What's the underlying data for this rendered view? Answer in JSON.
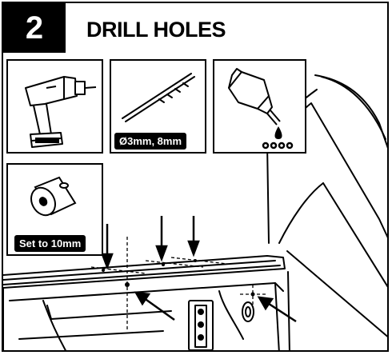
{
  "step": {
    "number": "2",
    "title": "DRILL HOLES"
  },
  "tools": {
    "drill": {
      "icon": "cordless-drill-icon"
    },
    "bit": {
      "icon": "drill-bit-icon",
      "label": "Ø3mm, 8mm"
    },
    "oil": {
      "icon": "oil-bottle-icon"
    },
    "stop": {
      "icon": "depth-stop-collar-icon",
      "label": "Set to 10mm"
    }
  },
  "colors": {
    "ink": "#000000",
    "paper": "#ffffff"
  }
}
